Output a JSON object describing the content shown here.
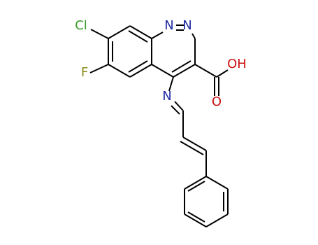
{
  "atoms": {
    "cl": {
      "text": "Cl",
      "color": "#3a9a2a"
    },
    "f": {
      "text": "F",
      "color": "#8b8b1a"
    },
    "n1": {
      "text": "N",
      "color": "#1f2aa3"
    },
    "n2": {
      "text": "N",
      "color": "#1f2aa3"
    },
    "n_imine": {
      "text": "N",
      "color": "#1f2aa3"
    },
    "oh": {
      "text": "OH",
      "color": "#cc1111"
    },
    "o_carbonyl": {
      "text": "O",
      "color": "#cc1111"
    }
  },
  "colors": {
    "bond": "#000000",
    "background": "#ffffff"
  }
}
